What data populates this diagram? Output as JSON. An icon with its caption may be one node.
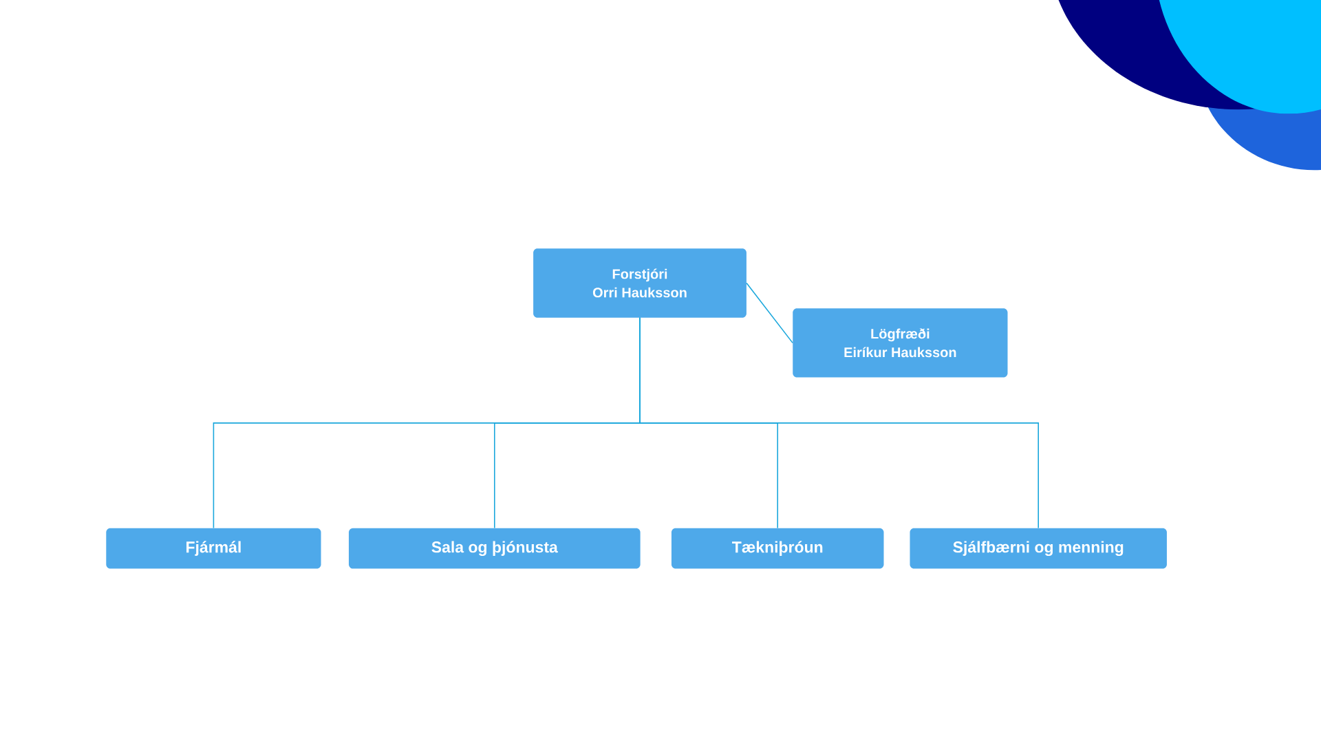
{
  "diagram": {
    "nodes": [
      {
        "text": [
          "Forstjóri",
          "Orri Hauksson"
        ]
      },
      {
        "text": [
          "Lögfræði",
          "Eiríkur Hauksson"
        ]
      },
      {
        "text": [
          "Fjármál"
        ]
      },
      {
        "text": [
          "Sala og þjónusta"
        ]
      },
      {
        "text": [
          "Tækniþróun"
        ]
      },
      {
        "text": [
          "Sjálfbærni og menning"
        ]
      }
    ],
    "edges": [
      {
        "from": 0,
        "to": 1,
        "arrow": "none"
      },
      {
        "from": 0,
        "to": 2,
        "arrow": "none"
      },
      {
        "from": 0,
        "to": 3,
        "arrow": "none"
      },
      {
        "from": 0,
        "to": 4,
        "arrow": "none"
      },
      {
        "from": 0,
        "to": 5,
        "arrow": "none"
      }
    ]
  }
}
